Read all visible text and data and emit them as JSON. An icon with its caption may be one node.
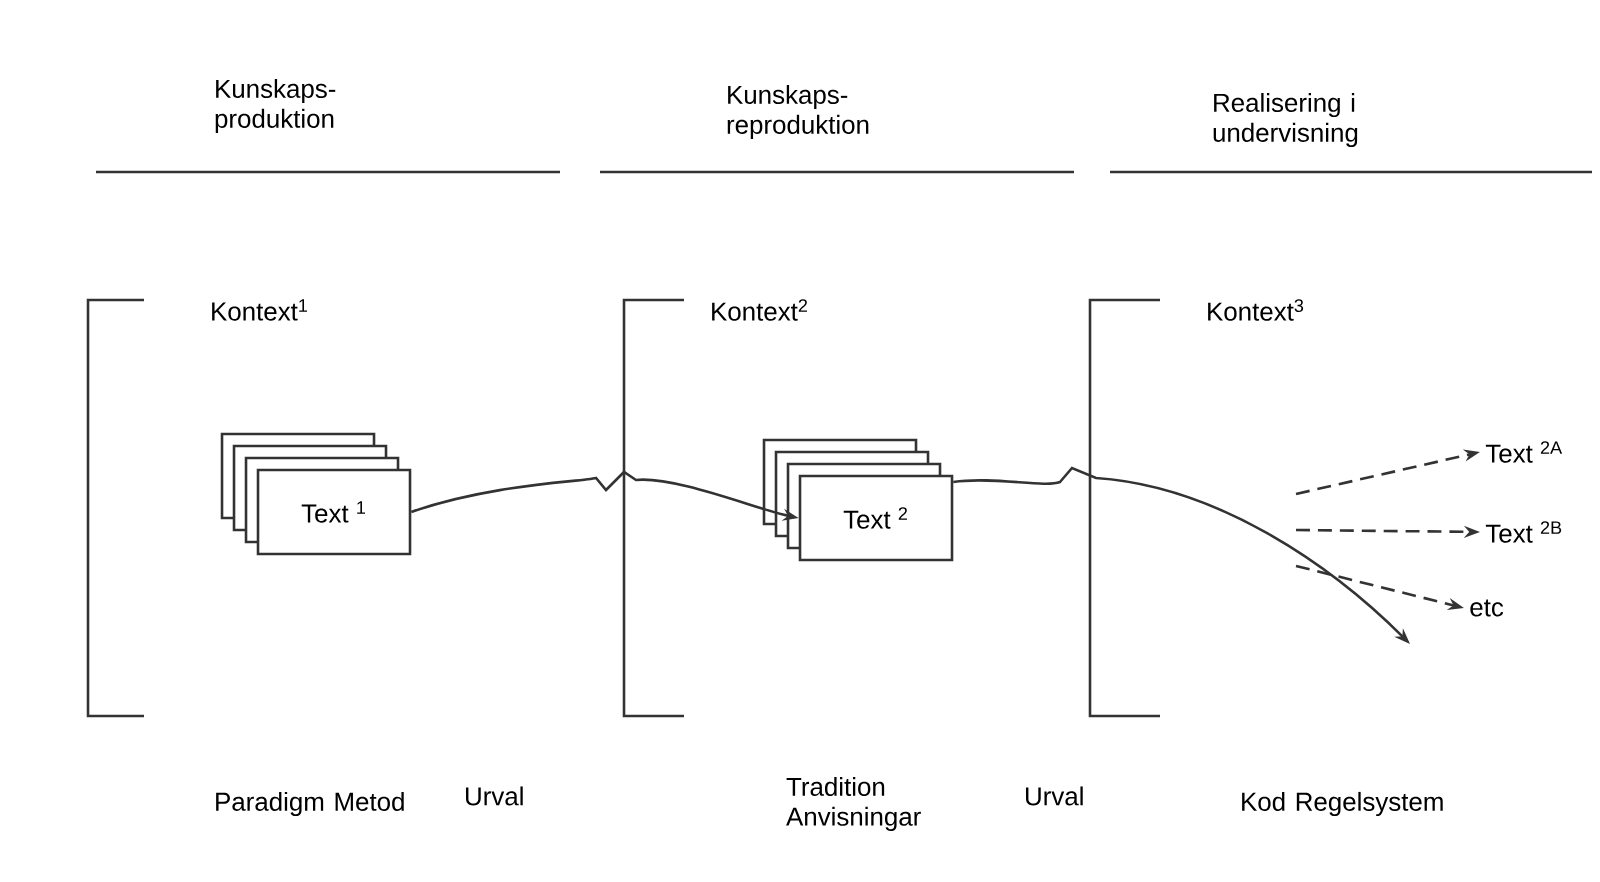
{
  "diagram": {
    "nodes": [
      {
        "text": [
          "Text $^{1}$"
        ]
      },
      {
        "text": [
          "Text $^{2}$"
        ]
      },
      {
        "text": [
          "Text $^{2A}$"
        ]
      },
      {
        "text": [
          "Text $^{2B}$"
        ]
      },
      {
        "text": [
          "etc"
        ]
      }
    ],
    "edges": [
      {
        "from": 0,
        "to": 1,
        "arrow": "to"
      },
      {
        "from": 1,
        "to": null,
        "arrow": "to"
      },
      {
        "from": null,
        "to": 2,
        "arrow": "to",
        "style": "dashed"
      },
      {
        "from": null,
        "to": 3,
        "arrow": "to",
        "style": "dashed"
      },
      {
        "from": null,
        "to": 4,
        "arrow": "to",
        "style": "dashed"
      }
    ],
    "labels": [
      "Kunskaps- produktion",
      "Kunskaps- reproduktion",
      "Realisering i undervisning",
      "Kontext$^{1}$",
      "Kontext$^{2}$",
      "Kontext$^{3}$",
      "Paradigm Metod",
      "Urval",
      "Tradition Anvisningar",
      "Urval",
      "Kod Regelsystem"
    ]
  }
}
